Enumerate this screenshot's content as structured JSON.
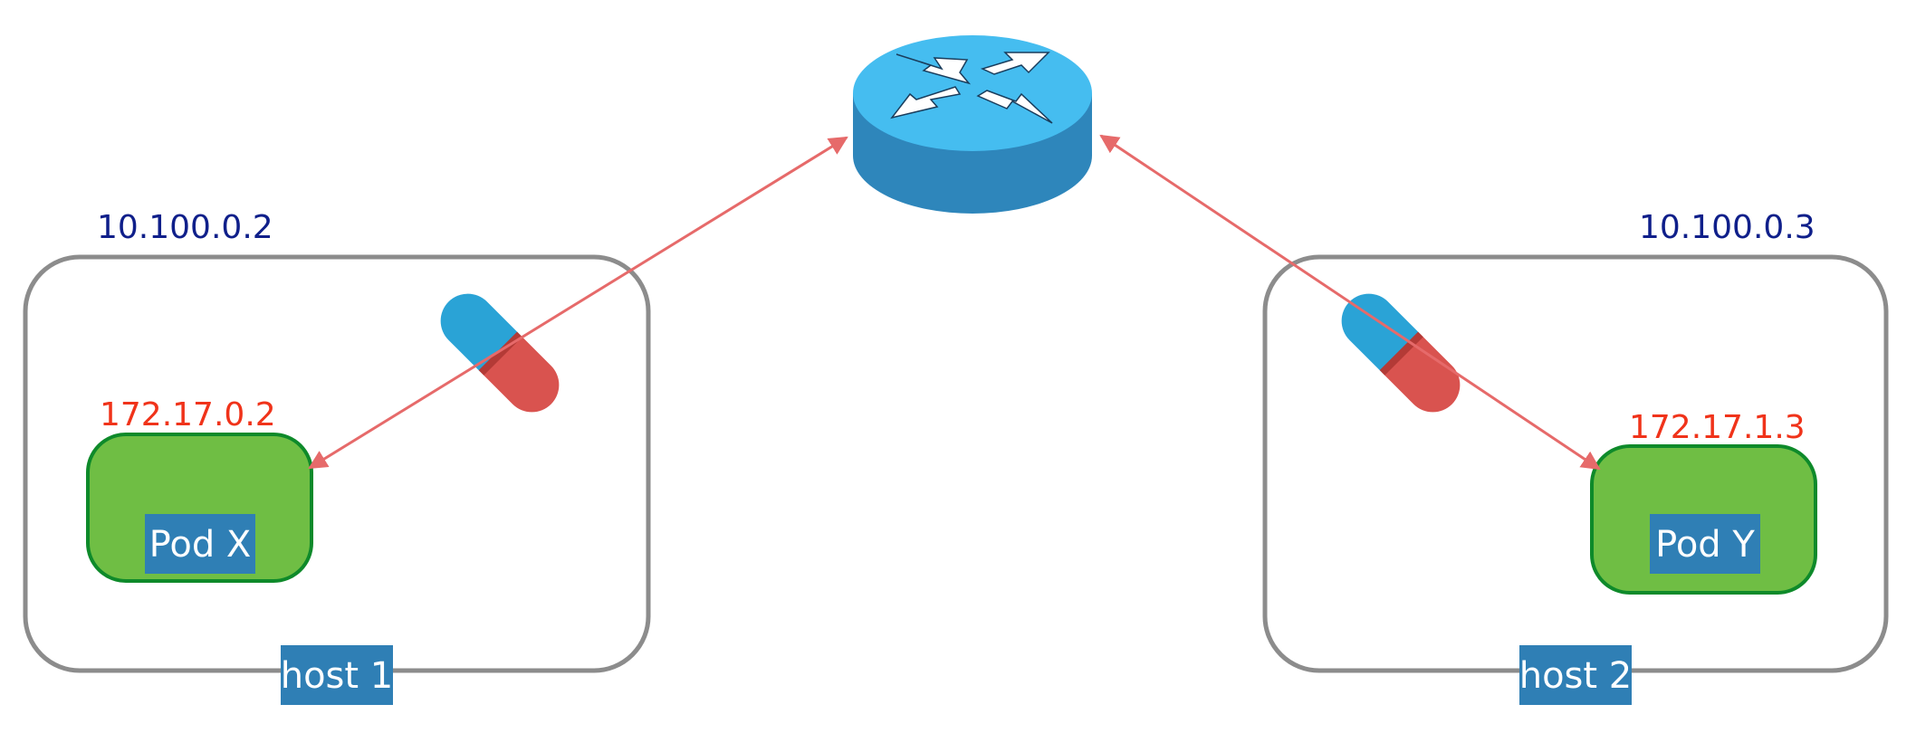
{
  "colors": {
    "host_border": "#8c8c8c",
    "pod_fill": "#6fbe44",
    "pod_border": "#0e8a2a",
    "label_bg": "#2f7fb5",
    "host_ip": "#0f1f8a",
    "pod_ip": "#f0331a",
    "link": "#e66a6a",
    "router_top": "#45bdf0",
    "router_side": "#2e86bb",
    "capsule_red": "#d9534f",
    "capsule_blue": "#2aa3d6"
  },
  "router": {
    "icon": "router-icon"
  },
  "hosts": [
    {
      "label": "host 1",
      "ip": "10.100.0.2",
      "pod": {
        "label": "Pod X",
        "ip": "172.17.0.2"
      },
      "tunnel_icon": "capsule-icon"
    },
    {
      "label": "host 2",
      "ip": "10.100.0.3",
      "pod": {
        "label": "Pod Y",
        "ip": "172.17.1.3"
      },
      "tunnel_icon": "capsule-icon"
    }
  ]
}
